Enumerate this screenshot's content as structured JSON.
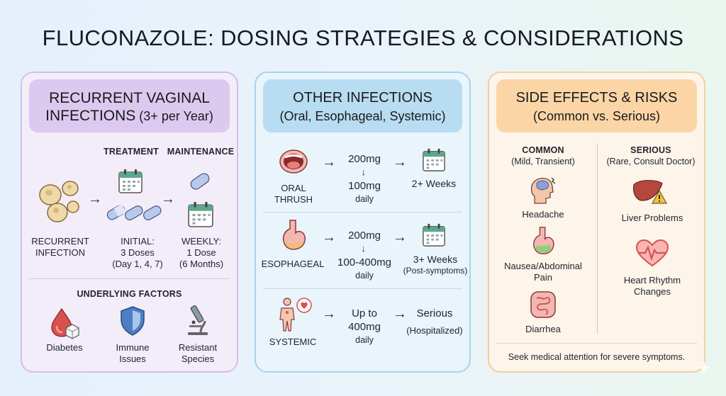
{
  "title": "FLUCONAZOLE: DOSING STRATEGIES & CONSIDERATIONS",
  "panel1": {
    "head_line1": "RECURRENT VAGINAL",
    "head_line2a": "INFECTIONS",
    "head_line2b": " (3+ per Year)",
    "treatment_label": "TREATMENT",
    "maintenance_label": "MAINTENANCE",
    "recurrent_line1": "RECURRENT",
    "recurrent_line2": "INFECTION",
    "initial_line1": "INITIAL:",
    "initial_line2": "3 Doses",
    "initial_line3": "(Day 1, 4, 7)",
    "weekly_line1": "WEEKLY:",
    "weekly_line2": "1 Dose",
    "weekly_line3": "(6 Months)",
    "factors_label": "UNDERLYING FACTORS",
    "factor_diabetes": "Diabetes",
    "factor_immune_1": "Immune",
    "factor_immune_2": "Issues",
    "factor_resistant_1": "Resistant",
    "factor_resistant_2": "Species"
  },
  "panel2": {
    "head_line1": "OTHER INFECTIONS",
    "head_line2": "(Oral, Esophageal, Systemic)",
    "oral_1": "ORAL",
    "oral_2": "THRUSH",
    "oral_dose1": "200mg",
    "oral_dose2": "100mg",
    "oral_dose3": "daily",
    "oral_duration": "2+ Weeks",
    "eso_label": "ESOPHAGEAL",
    "eso_dose1": "200mg",
    "eso_dose2": "100-400mg",
    "eso_dose3": "daily",
    "eso_duration": "3+ Weeks",
    "eso_note": "(Post-symptoms)",
    "sys_label": "SYSTEMIC",
    "sys_dose1": "Up to",
    "sys_dose2": "400mg",
    "sys_dose3": "daily",
    "sys_outcome": "Serious",
    "sys_note": "(Hospitalized)",
    "down_arrow": "→",
    "right_arrow": "→"
  },
  "panel3": {
    "head_line1": "SIDE EFFECTS & RISKS",
    "head_line2": "(Common vs. Serious)",
    "common_label": "COMMON",
    "common_sub": "(Mild, Transient)",
    "serious_label": "SERIOUS",
    "serious_sub": "(Rare, Consult Doctor)",
    "headache": "Headache",
    "nausea_1": "Nausea/Abdominal",
    "nausea_2": "Pain",
    "diarrhea": "Diarrhea",
    "liver": "Liver Problems",
    "heart_1": "Heart Rhythm",
    "heart_2": "Changes",
    "footer": "Seek medical attention for severe symptoms."
  },
  "colors": {
    "purple_header": "#dbc9f0",
    "blue_header": "#b8dcf2",
    "orange_header": "#fbd5a6"
  }
}
